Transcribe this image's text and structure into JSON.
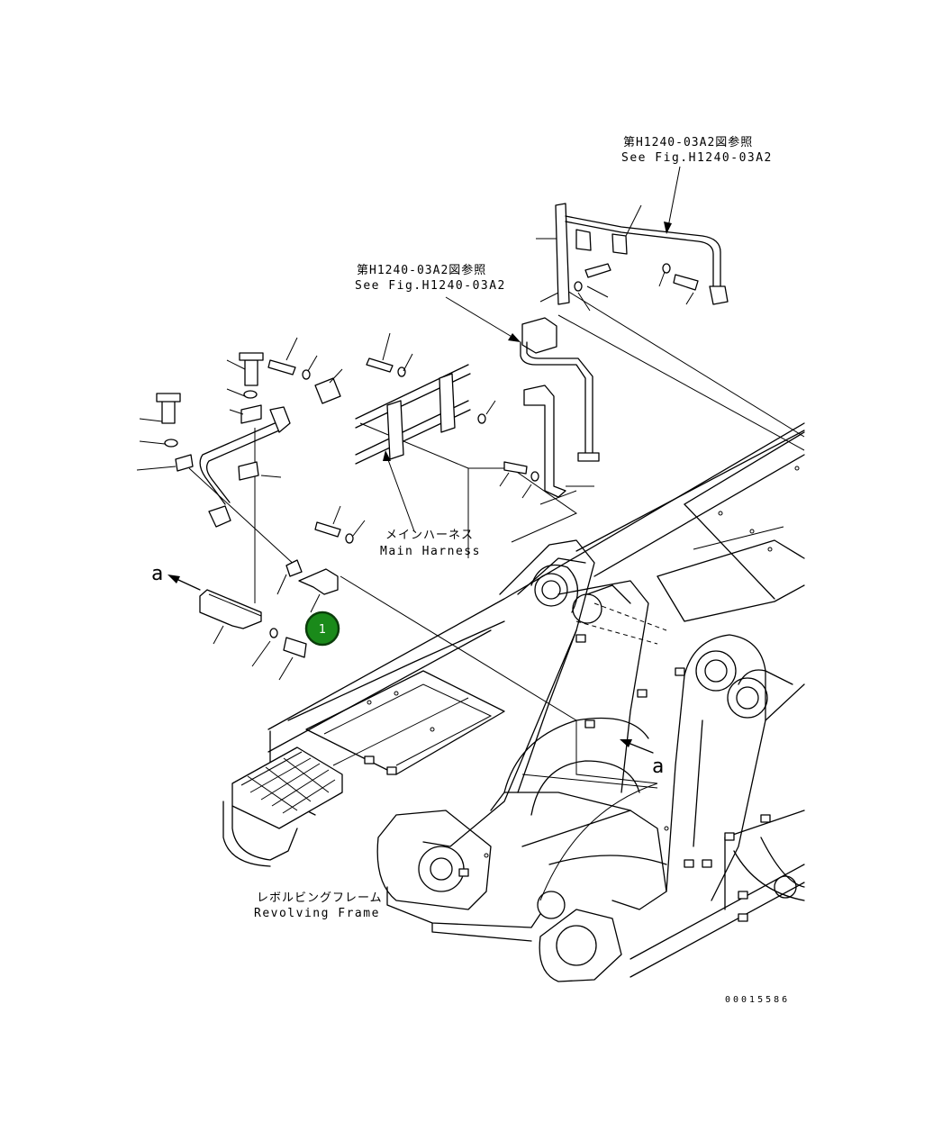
{
  "callouts": {
    "ref_top": {
      "jp": "第H1240-03A2図参照",
      "en": "See Fig.H1240-03A2"
    },
    "ref_mid": {
      "jp": "第H1240-03A2図参照",
      "en": "See Fig.H1240-03A2"
    },
    "main_harness": {
      "jp": "メインハーネス",
      "en": "Main Harness"
    },
    "revolving_frame": {
      "jp": "レボルビングフレーム",
      "en": "Revolving Frame"
    },
    "view_a_left": "a",
    "view_a_right": "a"
  },
  "part_badge": {
    "label": "1",
    "color": "#1a8a1a",
    "border": "#0b3d0b"
  },
  "drawing_number": "00015586"
}
